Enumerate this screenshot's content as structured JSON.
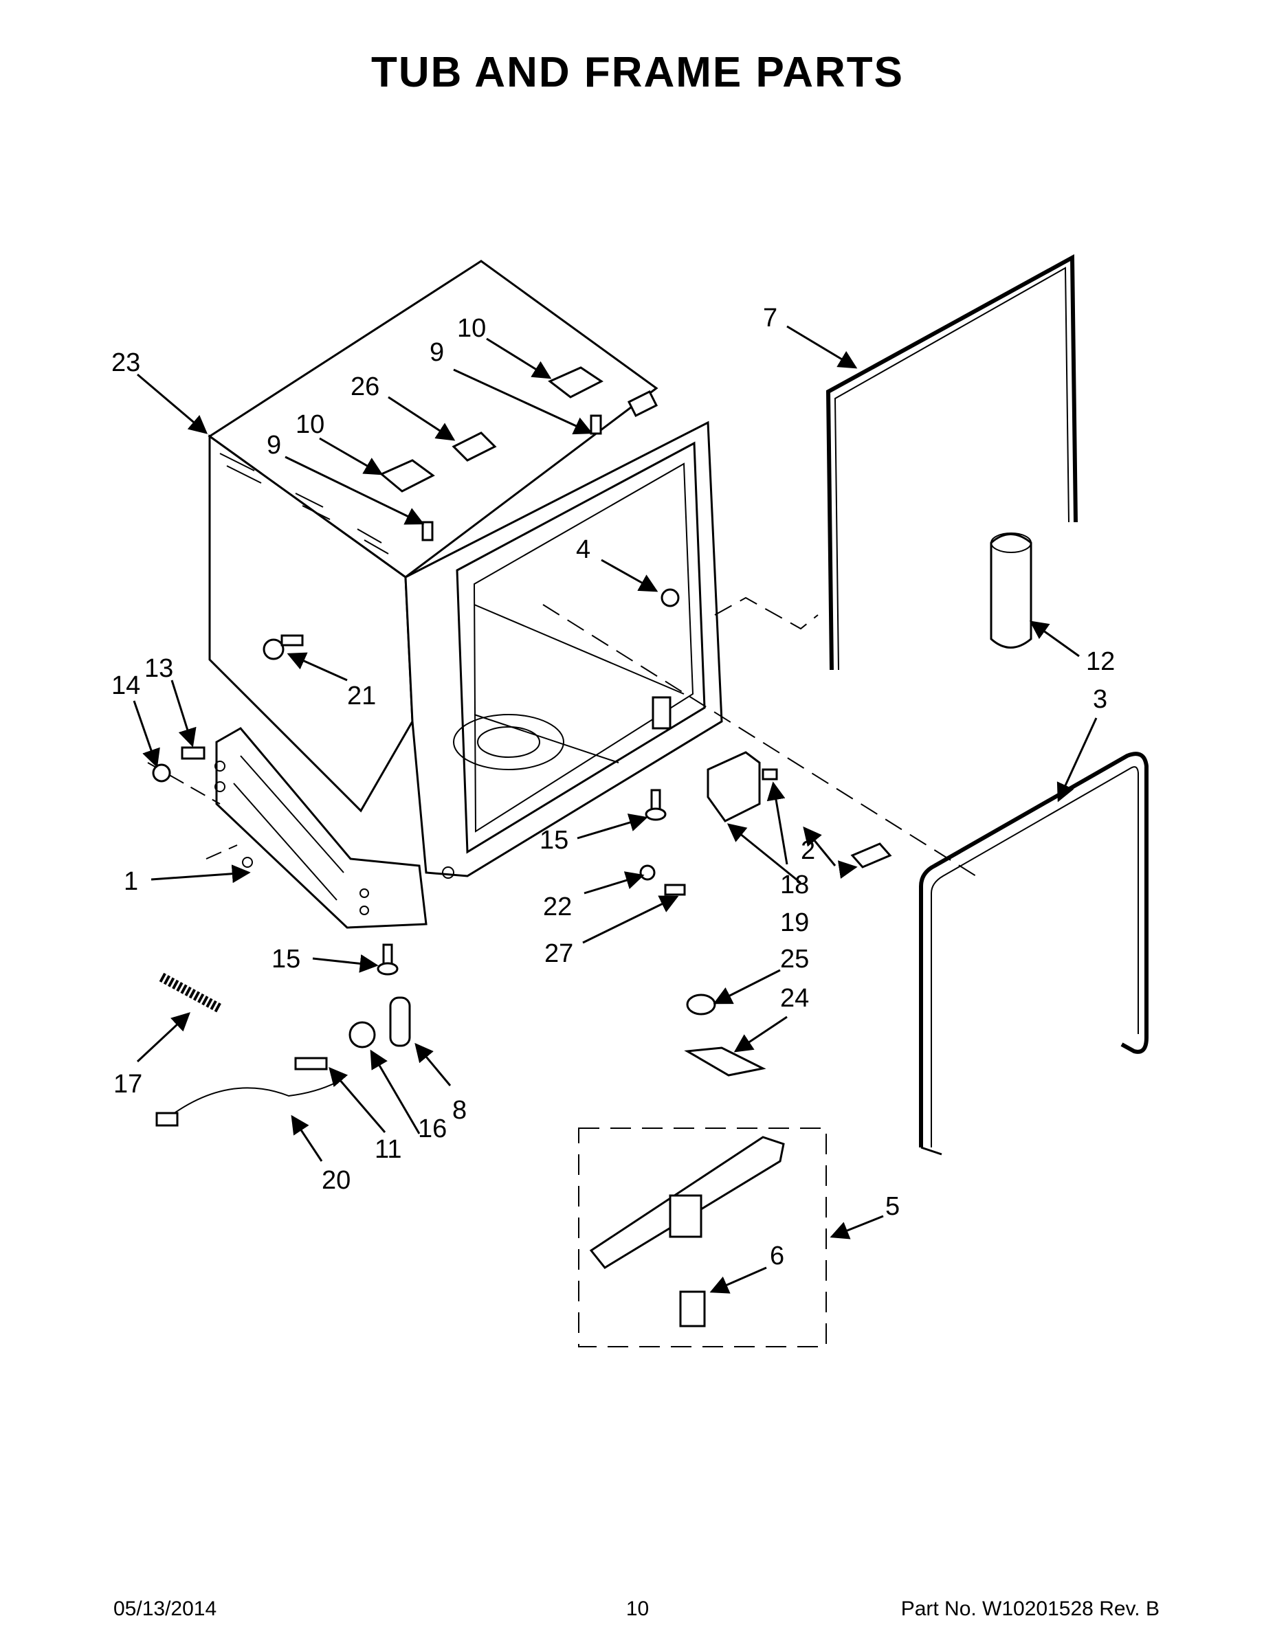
{
  "title": "TUB AND FRAME PARTS",
  "callouts": {
    "c1": "1",
    "c2": "2",
    "c3": "3",
    "c4": "4",
    "c5": "5",
    "c6": "6",
    "c7": "7",
    "c8": "8",
    "c9a": "9",
    "c9b": "9",
    "c10a": "10",
    "c10b": "10",
    "c11": "11",
    "c12": "12",
    "c13": "13",
    "c14": "14",
    "c15a": "15",
    "c15b": "15",
    "c16": "16",
    "c17": "17",
    "c18": "18",
    "c19": "19",
    "c20": "20",
    "c21": "21",
    "c22": "22",
    "c23": "23",
    "c24": "24",
    "c25": "25",
    "c26": "26",
    "c27": "27"
  },
  "footer": {
    "date": "05/13/2014",
    "page": "10",
    "part_no": "Part No.  W10201528  Rev.  B"
  }
}
